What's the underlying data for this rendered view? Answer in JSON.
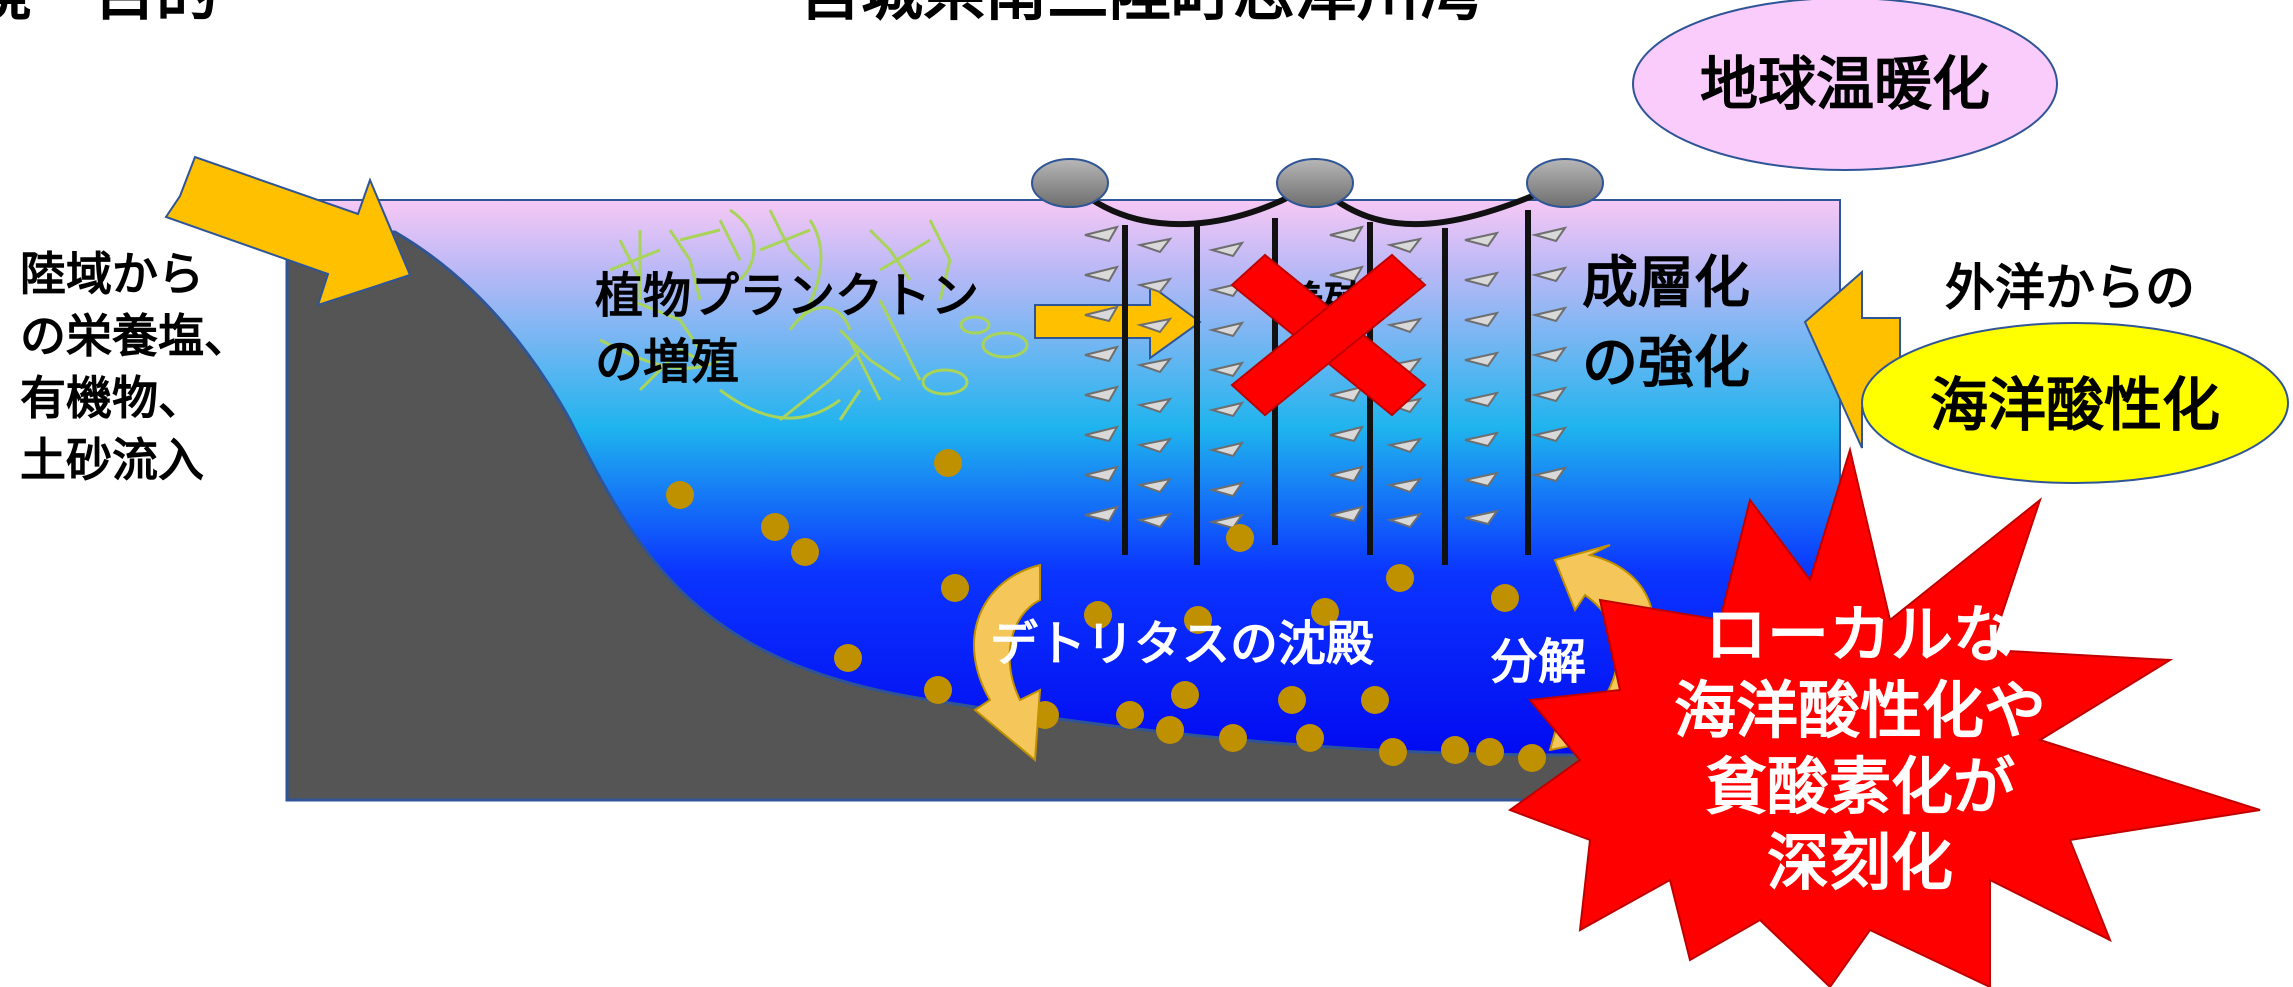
{
  "header": {
    "left_fragment": "境　目的",
    "location_title": "宮城県南三陸町志津川湾"
  },
  "labels": {
    "global_warming": "地球温暖化",
    "land_input": [
      "陸域から",
      "の栄養塩、",
      "有機物、",
      "土砂流入"
    ],
    "phyto_bloom": [
      "植物プランクトン",
      "の増殖"
    ],
    "aquaculture": "養殖",
    "stratification": [
      "成層化",
      "の強化"
    ],
    "from_ocean": "外洋からの",
    "ocean_acid": "海洋酸性化",
    "detritus": "デトリタスの沈殿",
    "decomposition": "分解",
    "burst": [
      "ローカルな",
      "海洋酸性化や",
      "貧酸素化が",
      "深刻化"
    ]
  },
  "colors": {
    "burst_fill": "#ff0000",
    "global_warming_fill": "#f9ccfb",
    "ocean_acid_fill": "#ffff00",
    "arrow_orange": "#ffc000",
    "seabed": "#555555",
    "x_mark": "#ff0000"
  },
  "icons": {
    "buoy": "buoy-icon",
    "x_mark": "cross-mark-icon",
    "cycle": "cycle-arrow-icon"
  }
}
